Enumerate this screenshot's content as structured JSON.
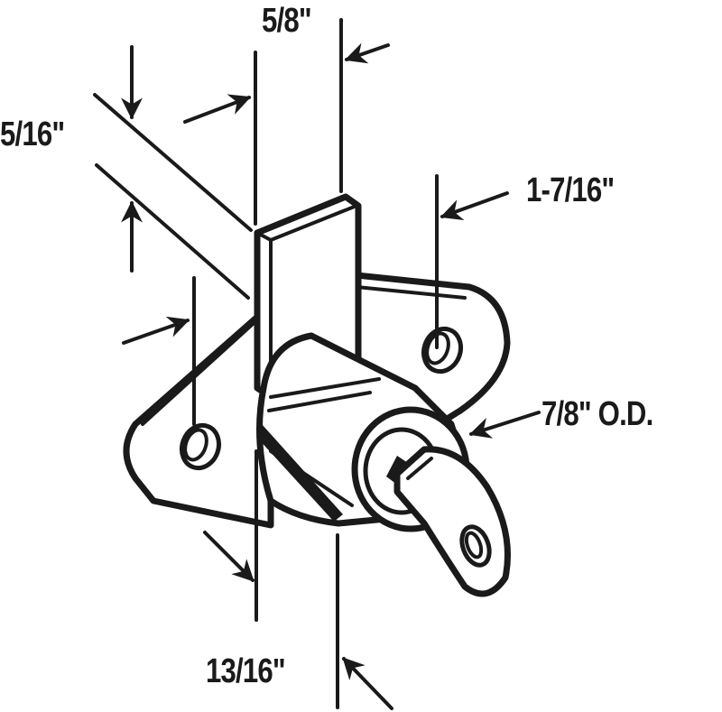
{
  "diagram": {
    "subject": "drawer lock with key",
    "line_color": "#1a1a1a",
    "background_color": "#ffffff"
  },
  "dimensions": {
    "bolt_width": "5/8\"",
    "bolt_thickness": "5/16\"",
    "hole_spacing": "1-7/16\"",
    "cylinder_diameter": "7/8\" O.D.",
    "cylinder_length": "13/16\""
  }
}
